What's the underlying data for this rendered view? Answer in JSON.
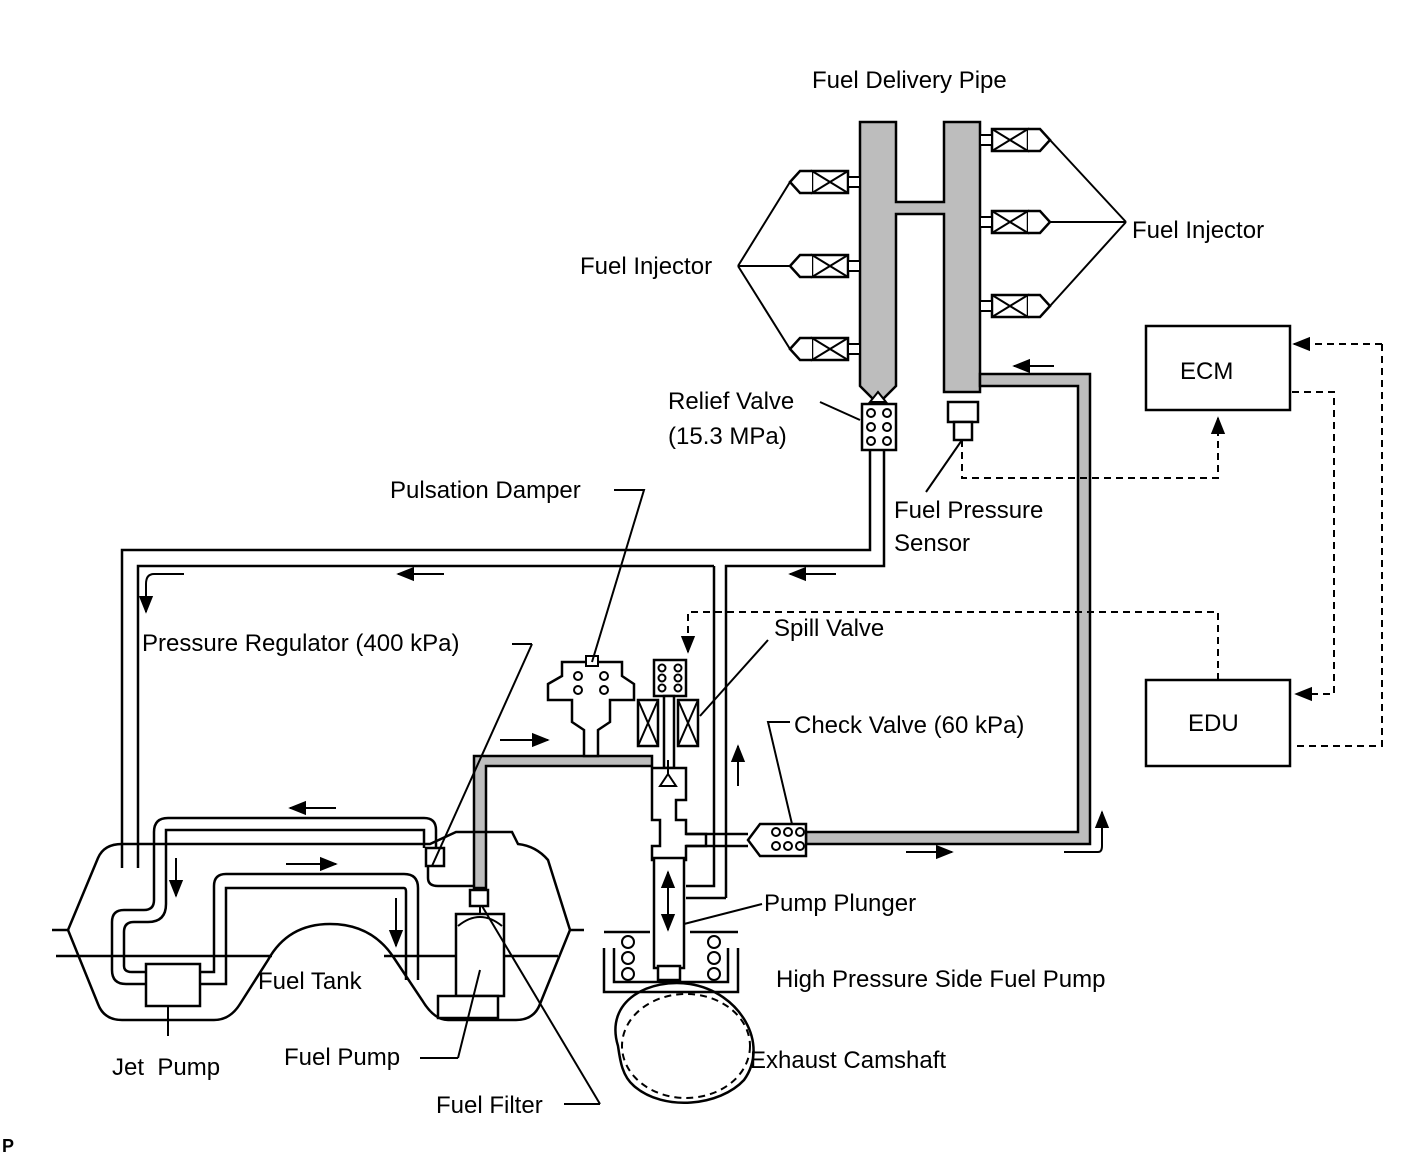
{
  "labels": {
    "fuel_delivery_pipe": "Fuel Delivery Pipe",
    "fuel_injector_left": "Fuel Injector",
    "fuel_injector_right": "Fuel Injector",
    "relief_valve_line1": "Relief Valve",
    "relief_valve_line2": "(15.3 MPa)",
    "fuel_pressure_sensor_line1": "Fuel Pressure",
    "fuel_pressure_sensor_line2": "Sensor",
    "ecm": "ECM",
    "edu": "EDU",
    "pulsation_damper": "Pulsation Damper",
    "pressure_regulator": "Pressure Regulator (400 kPa)",
    "spill_valve": "Spill Valve",
    "check_valve": "Check Valve (60 kPa)",
    "pump_plunger": "Pump Plunger",
    "high_pressure_pump": "High Pressure Side Fuel Pump",
    "exhaust_camshaft": "Exhaust Camshaft",
    "fuel_tank": "Fuel Tank",
    "jet_pump": "Jet  Pump",
    "fuel_pump": "Fuel Pump",
    "fuel_filter": "Fuel Filter",
    "figure_code": "P"
  },
  "colors": {
    "high_pressure_fill": "#bdbdbd",
    "line": "#000000",
    "background": "#ffffff"
  }
}
